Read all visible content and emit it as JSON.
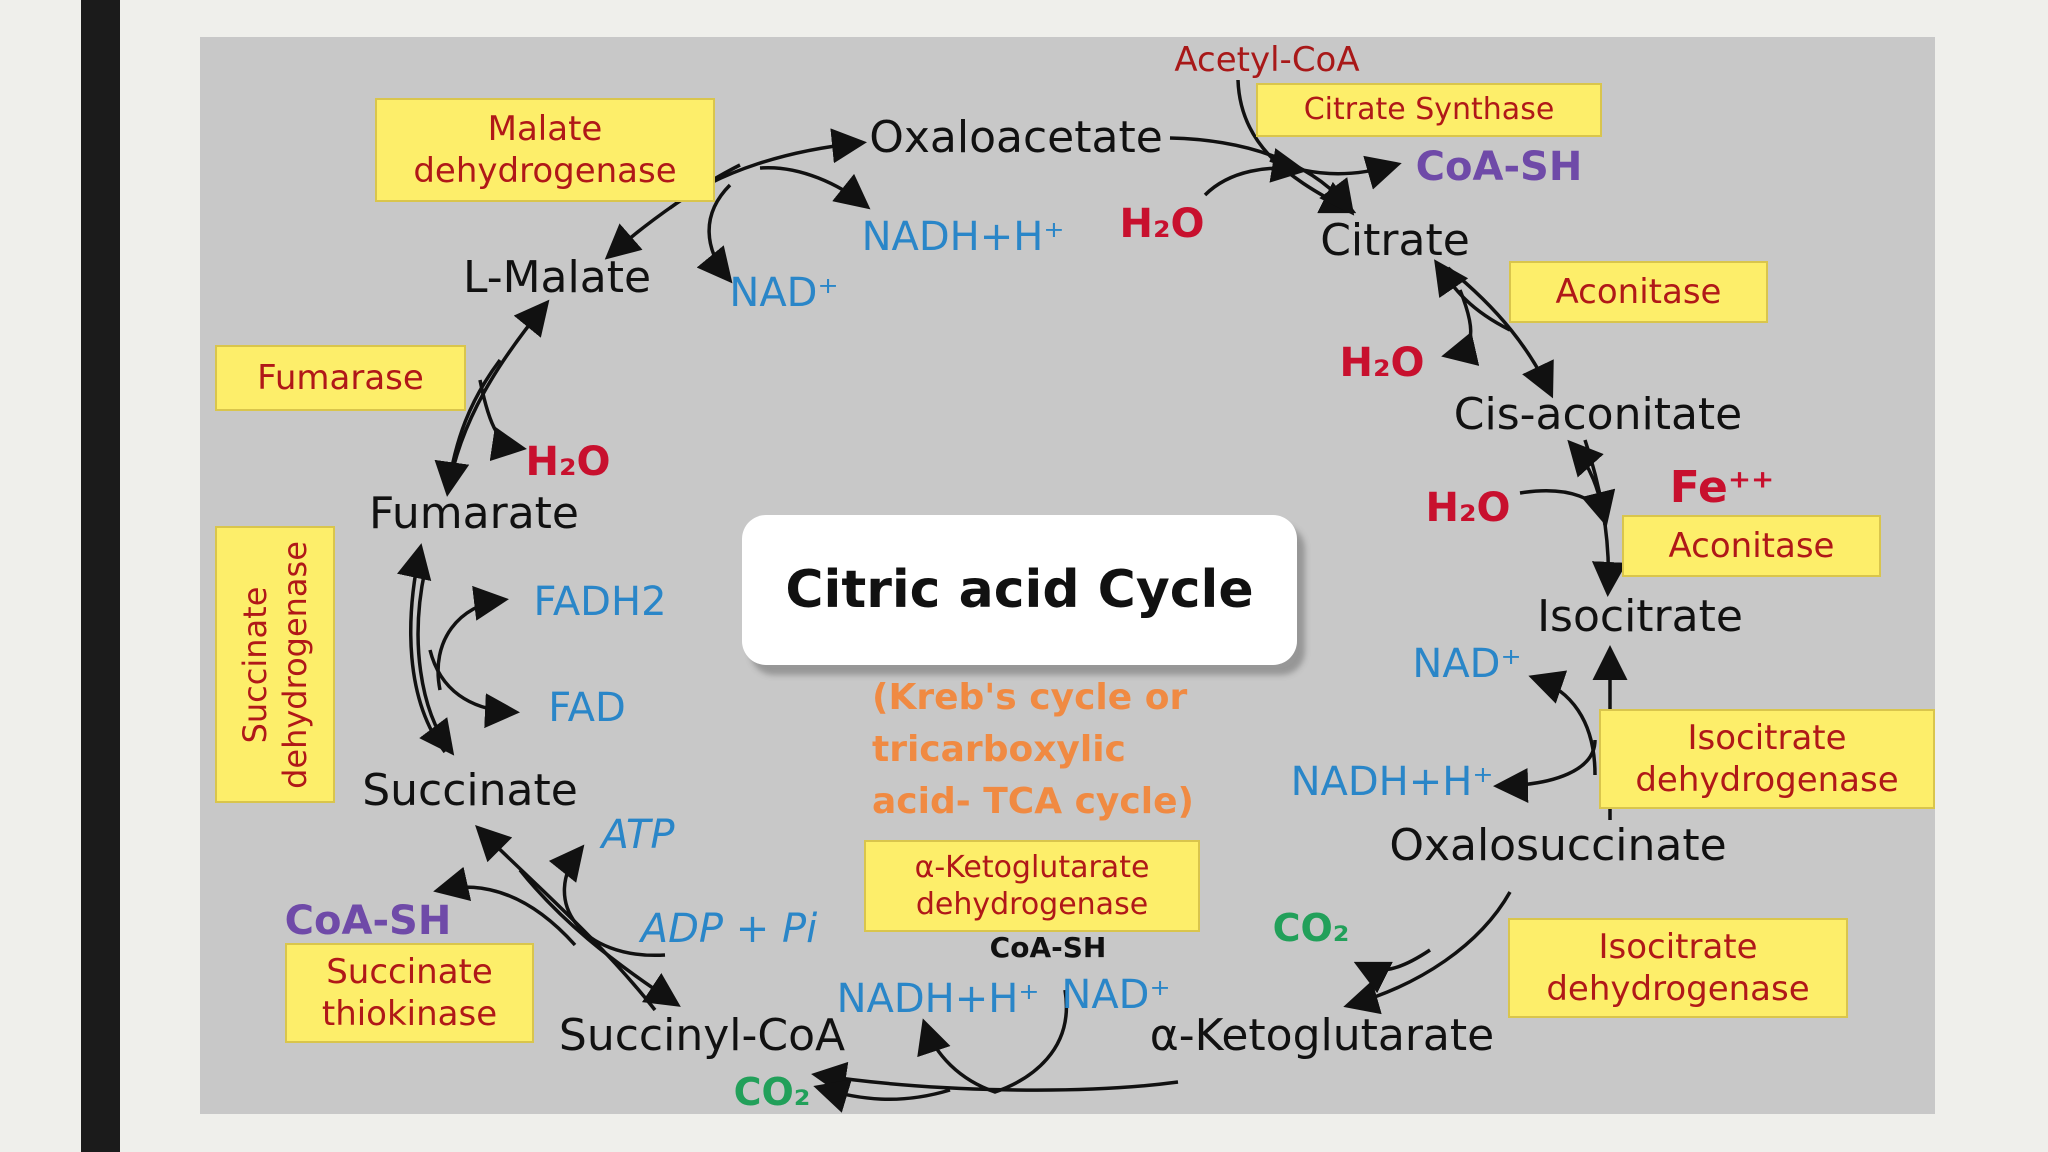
{
  "title": "Citric acid Cycle",
  "subtitle": "(Kreb's cycle or\ntricarboxylic\nacid- TCA cycle)",
  "metabolites": {
    "oxaloacetate": "Oxaloacetate",
    "citrate": "Citrate",
    "cis_aconitate": "Cis-aconitate",
    "isocitrate": "Isocitrate",
    "oxalosuccinate": "Oxalosuccinate",
    "alpha_ketoglutarate": "α-Ketoglutarate",
    "succinyl_coa": "Succinyl-CoA",
    "succinate": "Succinate",
    "fumarate": "Fumarate",
    "l_malate": "L-Malate",
    "acetyl_coa": "Acetyl-CoA"
  },
  "enzymes": {
    "citrate_synthase": "Citrate Synthase",
    "aconitase_1": "Aconitase",
    "aconitase_2": "Aconitase",
    "isocitrate_dh_1": "Isocitrate\ndehydrogenase",
    "isocitrate_dh_2": "Isocitrate\ndehydrogenase",
    "akg_dh": "α-Ketoglutarate\ndehydrogenase",
    "succinate_thiokinase": "Succinate\nthiokinase",
    "succinate_dh": "Succinate\ndehydrogenase",
    "fumarase": "Fumarase",
    "malate_dh": "Malate\ndehydrogenase"
  },
  "cofactors": {
    "coa_sh_top": "CoA-SH",
    "h2o_citrate": "H₂O",
    "nadh_top": "NADH+H⁺",
    "nad_top": "NAD⁺",
    "h2o_aconitase": "H₂O",
    "h2o_isocitrate": "H₂O",
    "fe": "Fe⁺⁺",
    "nad_isocitrate": "NAD⁺",
    "nadh_isocitrate": "NADH+H⁺",
    "co2_oxalosuccinate": "CO₂",
    "coa_sh_akg": "CoA-SH",
    "nadh_akg": "NADH+H⁺",
    "nad_akg": "NAD⁺",
    "co2_bottom": "CO₂",
    "atp": "ATP",
    "adp_pi": "ADP + Pi",
    "coa_sh_left": "CoA-SH",
    "fadh2": "FADH2",
    "fad": "FAD",
    "h2o_fumarase": "H₂O"
  },
  "colors": {
    "enzyme_fill": "#fdee6a",
    "enzyme_text": "#b01818",
    "cofactor_blue": "#2a86c8",
    "water_red": "#c8102e",
    "coa_purple": "#6f4aa8",
    "co2_green": "#22a05a",
    "subtitle_orange": "#f08a42"
  }
}
